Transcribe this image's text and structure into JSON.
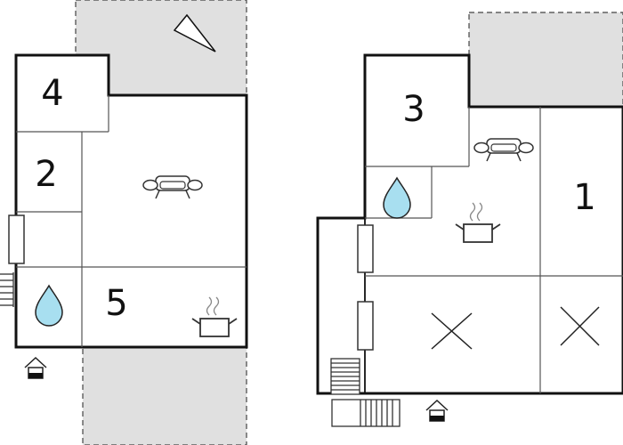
{
  "floorplan": {
    "rooms": [
      {
        "id": "room-4",
        "number": "4"
      },
      {
        "id": "room-2",
        "number": "2"
      },
      {
        "id": "room-5",
        "number": "5"
      },
      {
        "id": "room-3",
        "number": "3"
      },
      {
        "id": "room-1",
        "number": "1"
      }
    ],
    "icons": [
      "compass-north-arrow-icon",
      "sofa-icon",
      "bathroom-water-drop-icon",
      "kitchen-cooking-pot-icon",
      "bedroom-cross-icon",
      "radiator-icon",
      "entrance-house-icon",
      "stairs-icon"
    ],
    "colors": {
      "terrace_fill": "#e0e0e0",
      "wall": "#111111",
      "inner_wall": "#555555",
      "water_drop": "#a8dff0"
    }
  }
}
